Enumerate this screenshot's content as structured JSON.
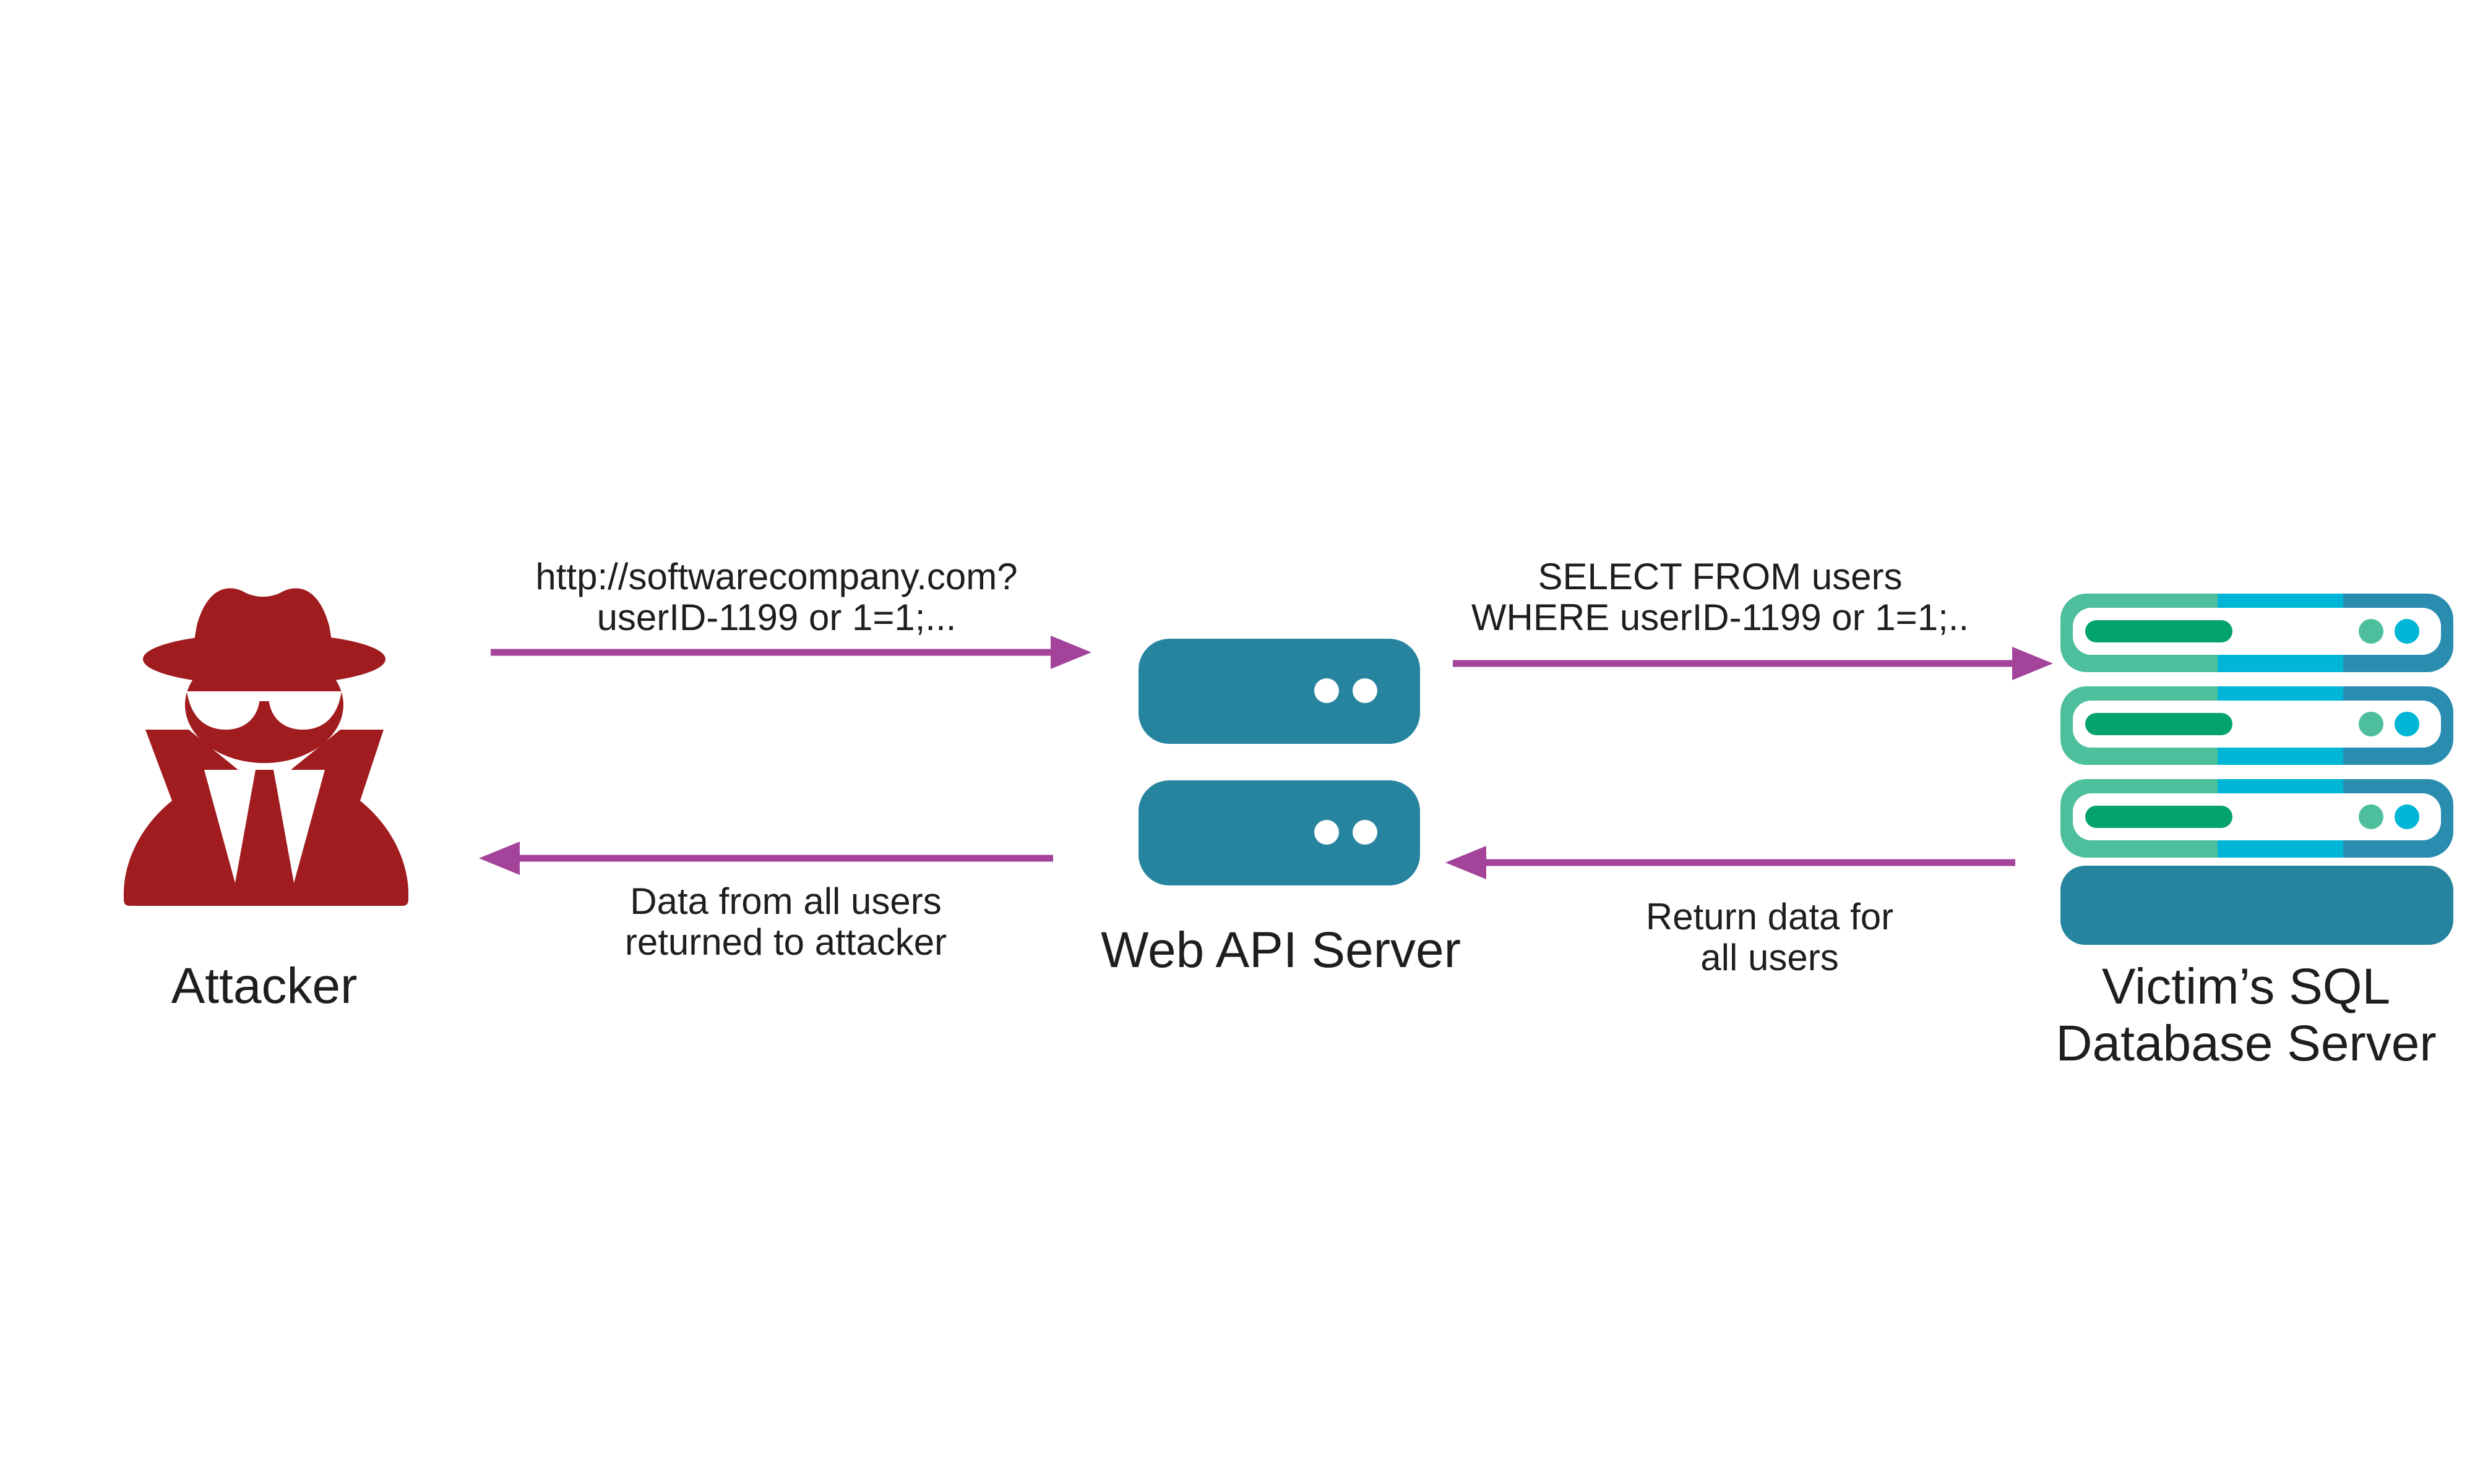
{
  "nodes": {
    "attacker": {
      "label": "Attacker",
      "icon": "spy-icon",
      "color": "#a01c1e"
    },
    "web_api": {
      "label": "Web API Server",
      "icon": "server-stack-icon",
      "color": "#26849f"
    },
    "database": {
      "label_line1": "Victim’s SQL",
      "label_line2": "Database Server",
      "icon": "database-server-rack-icon"
    }
  },
  "edges": {
    "request": {
      "from": "attacker",
      "to": "web_api",
      "line1": "http://softwarecompany.com?",
      "line2": "userID-1199 or 1=1;..."
    },
    "query": {
      "from": "web_api",
      "to": "database",
      "line1": "SELECT FROM users",
      "line2": "WHERE userID-1199 or 1=1;.."
    },
    "db_response": {
      "from": "database",
      "to": "web_api",
      "line1": "Return data for",
      "line2": "all users"
    },
    "attacker_response": {
      "from": "web_api",
      "to": "attacker",
      "line1": "Data from all users",
      "line2": "returned to attacker"
    }
  },
  "colors": {
    "arrow": "#a3449a",
    "server_blue": "#26849f",
    "db_teal_light": "#4dbf9c",
    "db_cyan": "#00b6d6",
    "db_green": "#04a36e",
    "text": "#1e1e1e"
  }
}
